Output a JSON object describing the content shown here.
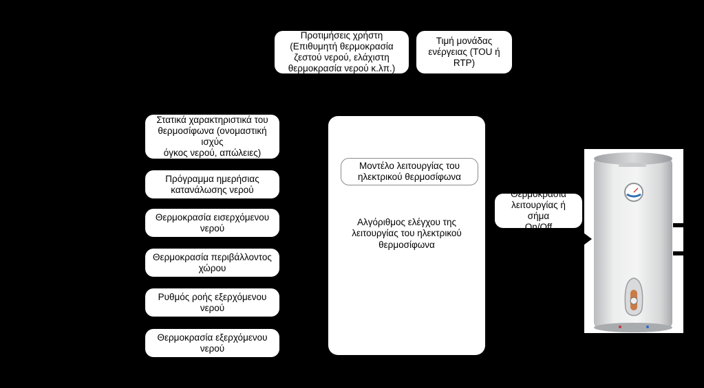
{
  "top_boxes": {
    "user_preferences": "Προτιμήσεις χρήστη\n(Επιθυμητή θερμοκρασία\nζεστού νερού, ελάχιστη\nθερμοκρασία νερού κ.λπ.)",
    "energy_price": "Τιμή μονάδας\nενέργειας (TOU ή\nRTP)"
  },
  "input_boxes": [
    "Στατικά χαρακτηριστικά του\nθερμοσίφωνα (ονομαστική ισχύς\nόγκος νερού, απώλειες)",
    "Πρόγραμμα ημερήσιας\nκατανάλωσης νερού",
    "Θερμοκρασία εισερχόμενου\nνερού",
    "Θερμοκρασία περιβάλλοντος\nχώρου",
    "Ρυθμός ροής εξερχόμενου\nνερού",
    "Θερμοκρασία εξερχόμενου\nνερού"
  ],
  "controller": {
    "model_label": "Μοντέλο λειτουργίας του\nηλεκτρικού θερμοσίφωνα",
    "algorithm_label": "Αλγόριθμος ελέγχου της\nλειτουργίας του ηλεκτρικού\nθερμοσίφωνα"
  },
  "output_box": "Θερμοκρασία\nλειτουργίας ή σήμα\nOn/Off",
  "heater": {
    "icon": "water-heater-icon"
  }
}
